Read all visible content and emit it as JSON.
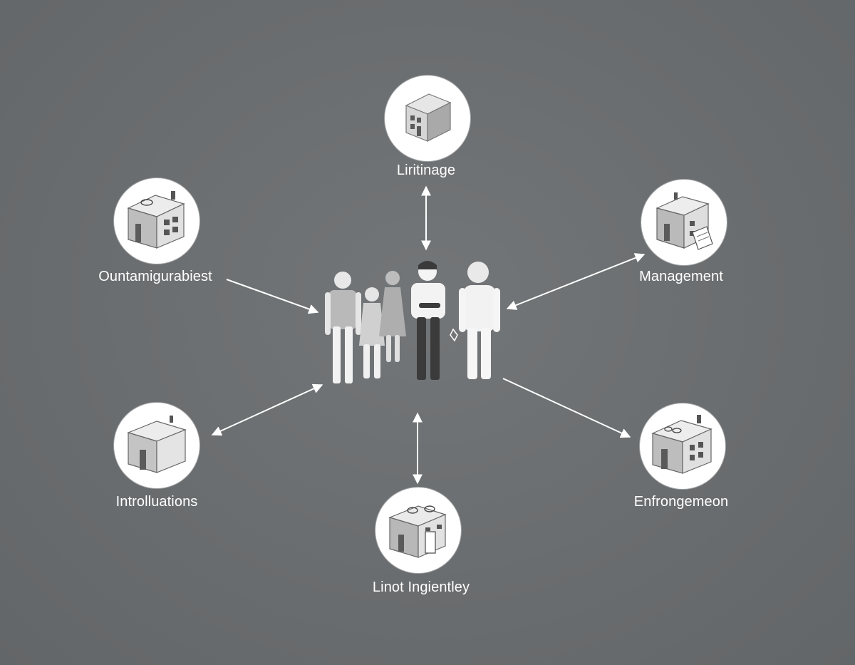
{
  "diagram": {
    "nodes": {
      "top": {
        "label": "Liritinage",
        "icon": "building-cube-icon"
      },
      "upper_left": {
        "label": "Ountamigurabiest",
        "icon": "building-rooftop-icon"
      },
      "upper_right": {
        "label": "Management",
        "icon": "building-document-icon"
      },
      "lower_left": {
        "label": "Introlluations",
        "icon": "building-plain-icon"
      },
      "lower_right": {
        "label": "Enfrongemeon",
        "icon": "building-windows-icon"
      },
      "bottom": {
        "label": "Linot Ingientley",
        "icon": "building-entrance-icon"
      }
    },
    "center": {
      "icon": "people-group-icon"
    },
    "colors": {
      "background": "#6b6e70",
      "node_fill": "#ffffff",
      "line": "#ffffff"
    }
  }
}
